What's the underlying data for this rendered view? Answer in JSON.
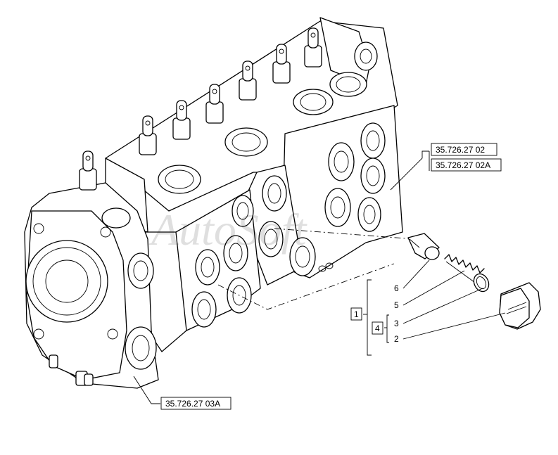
{
  "references": {
    "ref_top_1": "35.726.27 02",
    "ref_top_2": "35.726.27 02A",
    "ref_bottom": "35.726.27 03A"
  },
  "callouts": {
    "box_1": "1",
    "box_4": "4",
    "item_6": "6",
    "item_5": "5",
    "item_3": "3",
    "item_2": "2"
  },
  "watermark": "AutoSoft"
}
